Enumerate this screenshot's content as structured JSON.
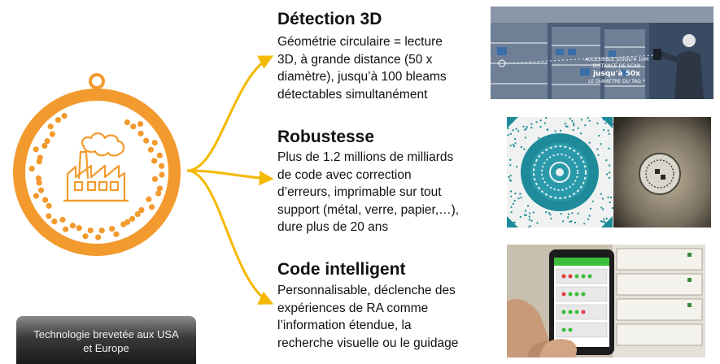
{
  "features": [
    {
      "title": "Détection 3D",
      "lines": [
        "Géométrie circulaire = lecture",
        "3D, à grande distance (50 x",
        "diamètre), jusqu’à 100 bleams",
        "détectables simultanément"
      ]
    },
    {
      "title": "Robustesse",
      "lines": [
        "Plus de 1.2 millions de milliards",
        "de code avec correction",
        "d’erreurs, imprimable sur tout",
        "support (métal, verre, papier,…),",
        "dure plus de 20 ans"
      ]
    },
    {
      "title": "Code intelligent",
      "lines": [
        "Personnalisable, déclenche des",
        "expériences de RA comme",
        "l’information étendue, la",
        "recherche visuelle ou le guidage"
      ]
    }
  ],
  "badge": {
    "line1": "Technologie brevetée aux USA",
    "line2": "et Europe"
  },
  "photo1_overlay": {
    "line1": "ACCESSIBLE JUSQU'À 10M",
    "line2": "DISTANCE DE SCAN",
    "line3": "jusqu'à 50x",
    "line4": "LE DIAMÈTRE DU TAG *"
  },
  "colors": {
    "orange": "#F39A2E",
    "arrow": "#F5B800",
    "teal": "#1E8A9A",
    "phone_green": "#3DBE3A"
  }
}
